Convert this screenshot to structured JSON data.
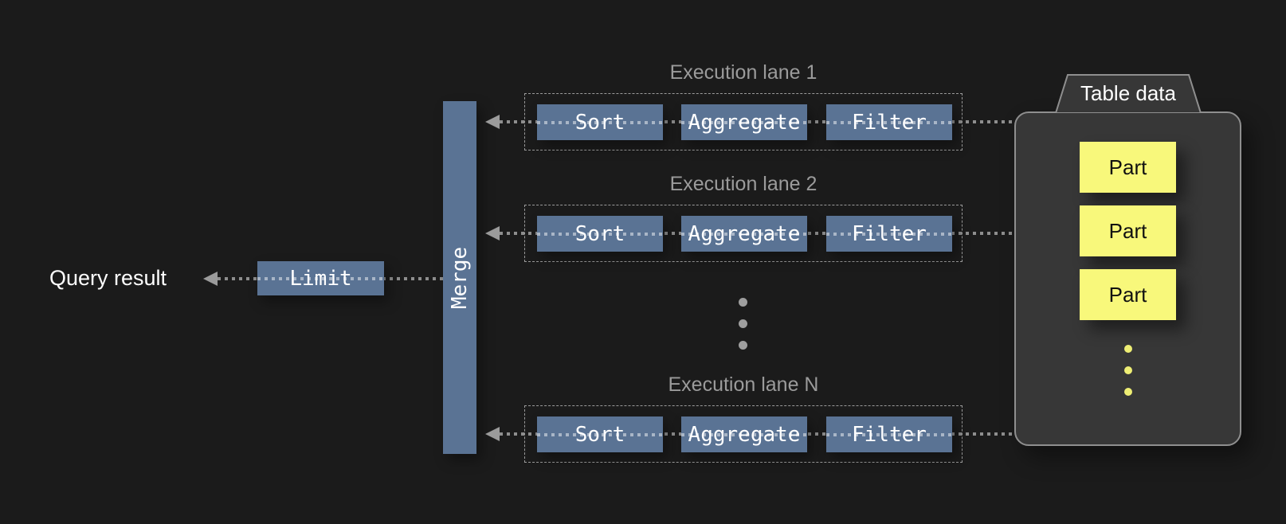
{
  "query_result_label": "Query result",
  "limit_label": "Limit",
  "merge_label": "Merge",
  "lanes": [
    {
      "label": "Execution lane 1",
      "ops": [
        "Sort",
        "Aggregate",
        "Filter"
      ]
    },
    {
      "label": "Execution lane 2",
      "ops": [
        "Sort",
        "Aggregate",
        "Filter"
      ]
    },
    {
      "label": "Execution lane N",
      "ops": [
        "Sort",
        "Aggregate",
        "Filter"
      ]
    }
  ],
  "table_data": {
    "title": "Table data",
    "parts": [
      "Part",
      "Part",
      "Part"
    ]
  },
  "icons": {
    "arrow_left": "triangle-left-arrow",
    "more_lanes": "vertical-ellipsis-dots",
    "more_parts": "vertical-ellipsis-dots"
  },
  "colors": {
    "background": "#1b1b1b",
    "operator_blue": "#5a7394",
    "flow_line_gray": "#8e8e8e",
    "arrow_gray": "#9b9b9b",
    "lane_label_gray": "#9b9b9b",
    "container_gray": "#373737",
    "container_border_gray": "#8f8f8f",
    "part_yellow": "#f8f87b",
    "part_dot_yellow": "#eeee74",
    "text_white": "#ffffff",
    "text_black": "#111111"
  }
}
